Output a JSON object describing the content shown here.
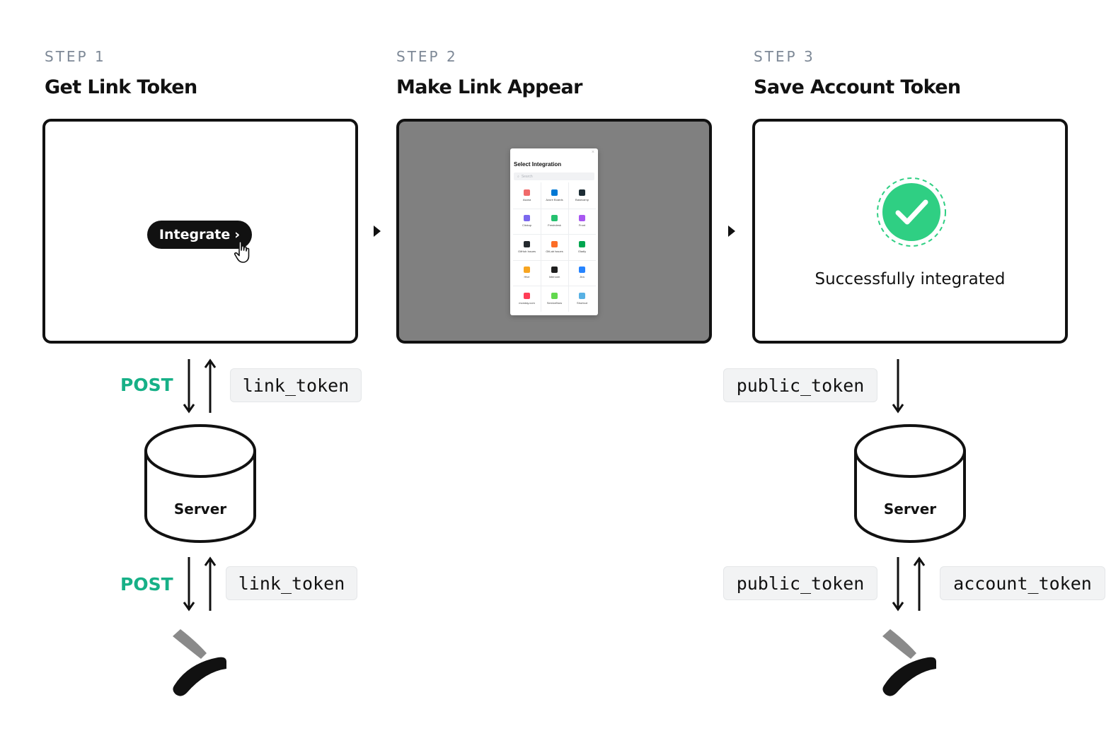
{
  "steps": [
    {
      "label": "STEP 1",
      "title": "Get Link Token"
    },
    {
      "label": "STEP 2",
      "title": "Make Link Appear"
    },
    {
      "label": "STEP 3",
      "title": "Save Account Token"
    }
  ],
  "step1": {
    "button_label": "Integrate",
    "button_chevron": "›",
    "post_top": "POST",
    "post_bottom": "POST",
    "chip_top": "link_token",
    "chip_bottom": "link_token",
    "server_label": "Server"
  },
  "step2": {
    "modal_title": "Select Integration",
    "modal_close": "×",
    "search_placeholder": "Search",
    "integrations": [
      {
        "name": "Asana",
        "color": "#f06a6a"
      },
      {
        "name": "Azure Boards",
        "color": "#0078d4"
      },
      {
        "name": "Basecamp",
        "color": "#1d2d35"
      },
      {
        "name": "Clickup",
        "color": "#7b68ee"
      },
      {
        "name": "Freshdesk",
        "color": "#25c16f"
      },
      {
        "name": "Front",
        "color": "#a857f1"
      },
      {
        "name": "GitHub Issues",
        "color": "#24292e"
      },
      {
        "name": "GitLab Issues",
        "color": "#fc6d26"
      },
      {
        "name": "Gladly",
        "color": "#00a650"
      },
      {
        "name": "Hive",
        "color": "#f7a521"
      },
      {
        "name": "Intercom",
        "color": "#1f1f1f"
      },
      {
        "name": "Jira",
        "color": "#2684ff"
      },
      {
        "name": "monday.com",
        "color": "#ff3d57"
      },
      {
        "name": "ServiceNow",
        "color": "#62d84e"
      },
      {
        "name": "Shortcut",
        "color": "#58b1e4"
      }
    ]
  },
  "step3": {
    "success_text": "Successfully integrated",
    "chip_top": "public_token",
    "chip_bottom_left": "public_token",
    "chip_bottom_right": "account_token",
    "server_label": "Server"
  },
  "colors": {
    "post_green": "#17b087",
    "success_green": "#2fcf83",
    "modal_overlay": "#808080"
  },
  "icons": [
    "cursor-hand-icon",
    "arrow-right-icon",
    "check-icon",
    "database-icon",
    "logo-icon"
  ]
}
